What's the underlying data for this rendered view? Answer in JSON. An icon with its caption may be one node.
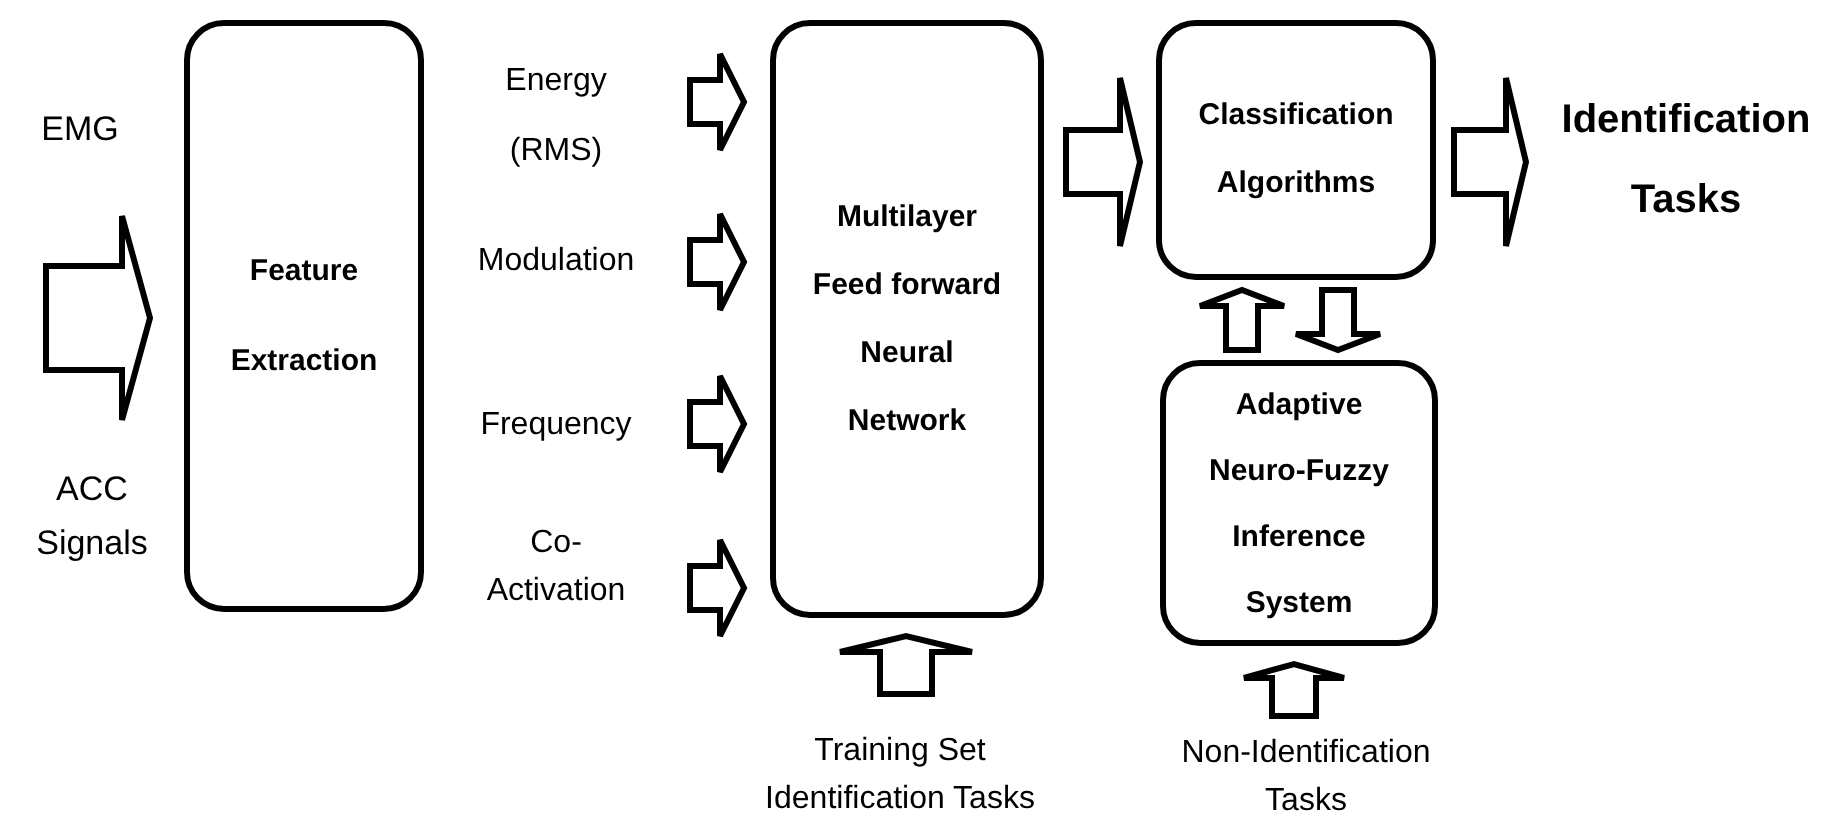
{
  "diagram": {
    "nodes": [
      {
        "text": [
          "Feature Extraction"
        ]
      },
      {
        "text": [
          "Energy (RMS)"
        ]
      },
      {
        "text": [
          "Modulation"
        ]
      },
      {
        "text": [
          "Frequency"
        ]
      },
      {
        "text": [
          "Co-Activation"
        ]
      },
      {
        "text": [
          "Multilayer Feed forward Neural Network"
        ]
      },
      {
        "text": [
          "Classification Algorithms"
        ]
      },
      {
        "text": [
          "Identification Tasks"
        ]
      },
      {
        "text": [
          "Adaptive Neuro-Fuzzy Inference System"
        ]
      },
      {
        "text": [
          "Training Set Identification Tasks"
        ]
      },
      {
        "text": [
          "Non-Identification Tasks"
        ]
      }
    ],
    "edges": [
      {
        "from": null,
        "to": 0,
        "arrow": "to"
      },
      {
        "from": 1,
        "to": 5,
        "arrow": "to"
      },
      {
        "from": 2,
        "to": 5,
        "arrow": "to"
      },
      {
        "from": 3,
        "to": 5,
        "arrow": "to"
      },
      {
        "from": 4,
        "to": 5,
        "arrow": "to"
      },
      {
        "from": 5,
        "to": 6,
        "arrow": "to"
      },
      {
        "from": 6,
        "to": 7,
        "arrow": "to"
      },
      {
        "from": 8,
        "to": 6,
        "arrow": "to"
      },
      {
        "from": 6,
        "to": 8,
        "arrow": "to"
      },
      {
        "from": 9,
        "to": 5,
        "arrow": "to"
      },
      {
        "from": 10,
        "to": 8,
        "arrow": "to"
      }
    ],
    "labels": [
      "EMG",
      "ACC Signals"
    ]
  }
}
